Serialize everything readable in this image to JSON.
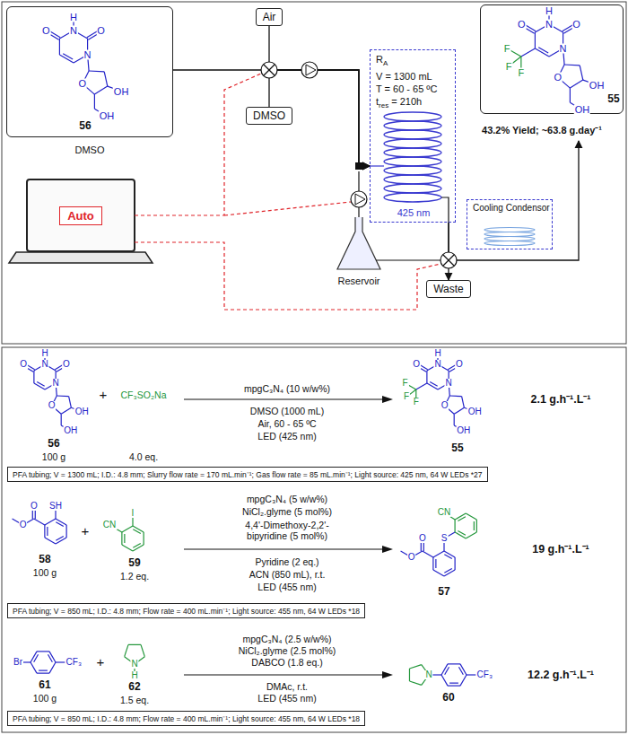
{
  "diagram": {
    "nodes": [
      {
        "text": [
          "56",
          "DMSO"
        ]
      },
      {
        "text": [
          "Air"
        ]
      },
      {
        "text": [
          "DMSO"
        ]
      },
      {
        "text": [
          "R",
          "A",
          "V = 1300 mL",
          "T = 60 - 65 ºC",
          "t",
          "res",
          "= 210h",
          "425 nm"
        ]
      },
      {
        "text": [
          "Cooling Condensor"
        ]
      },
      {
        "text": [
          "55",
          "43.2% Yield; ~63.8 g.day⁻¹"
        ]
      },
      {
        "text": [
          "Auto"
        ]
      },
      {
        "text": [
          "Waste"
        ]
      },
      {
        "text": [
          "PFA tubing; V = 1300 mL; I.D.: 4.8 mm; Slurry flow rate = 170 mL.min⁻¹; Gas flow rate = 85 mL.min⁻¹; Light source: 425 nm, 64 W LEDs *27"
        ]
      },
      {
        "text": [
          "PFA tubing; V = 850 mL; I.D.: 4.8 mm; Flow rate = 400 mL.min⁻¹; Light source: 455 nm, 64 W LEDs *18"
        ]
      },
      {
        "text": [
          "PFA tubing; V = 850 mL; I.D.: 4.8 mm; Flow rate = 400 mL.min⁻¹; Light source: 455 nm, 64 W LEDs *18"
        ]
      }
    ],
    "edges": [
      {
        "from": 0,
        "to": 3,
        "arrow": "to"
      },
      {
        "from": 1,
        "to": 3,
        "arrow": "to"
      },
      {
        "from": 2,
        "to": 3,
        "arrow": "to"
      },
      {
        "from": 3,
        "to": 7,
        "arrow": "to"
      },
      {
        "from": 3,
        "to": 5,
        "arrow": "to"
      }
    ],
    "labels": [
      "O",
      "N",
      "H",
      "O",
      "N",
      "O",
      "OH",
      "OH",
      "F",
      "F",
      "F",
      "O",
      "N",
      "H",
      "O",
      "N",
      "O",
      "OH",
      "OH",
      "Reservoir",
      "O",
      "N",
      "H",
      "O",
      "N",
      "O",
      "OH",
      "OH",
      "56",
      "100 g",
      "+",
      "CF₃SO₂Na",
      "4.0 eq.",
      "mpgC₃N₄ (10 w/w%)",
      "DMSO (1000 mL)",
      "Air, 60 - 65 ºC",
      "LED (425 nm)",
      "F",
      "F",
      "F",
      "O",
      "N",
      "H",
      "O",
      "N",
      "O",
      "OH",
      "OH",
      "55",
      "2.1 g.h⁻¹.L⁻¹",
      "SH",
      "O",
      "O",
      "58",
      "100 g",
      "+",
      "I",
      "CN",
      "59",
      "1.2 eq.",
      "mpgC₃N₄ (5 w/w%)",
      "NiCl₂.glyme (5 mol%)",
      "4,4'-Dimethoxy-2,2'- bipyridine (5 mol%)",
      "Pyridine (2 eq.)",
      "ACN (850 mL), r.t.",
      "LED (455 nm)",
      "CN",
      "S",
      "O",
      "O",
      "57",
      "19 g.h⁻¹.L⁻¹",
      "Br",
      "CF₃",
      "61",
      "100 g",
      "+",
      "N",
      "H",
      "62",
      "1.5 eq.",
      "mpgC₃N₄ (2.5 w/w%)",
      "NiCl₂.glyme (2.5 mol%)",
      "DABCO (1.8 eq.)",
      "DMAc, r.t.",
      "LED (455 nm)",
      "N",
      "CF₃",
      "60",
      "12.2 g.h⁻¹.L⁻¹"
    ]
  }
}
